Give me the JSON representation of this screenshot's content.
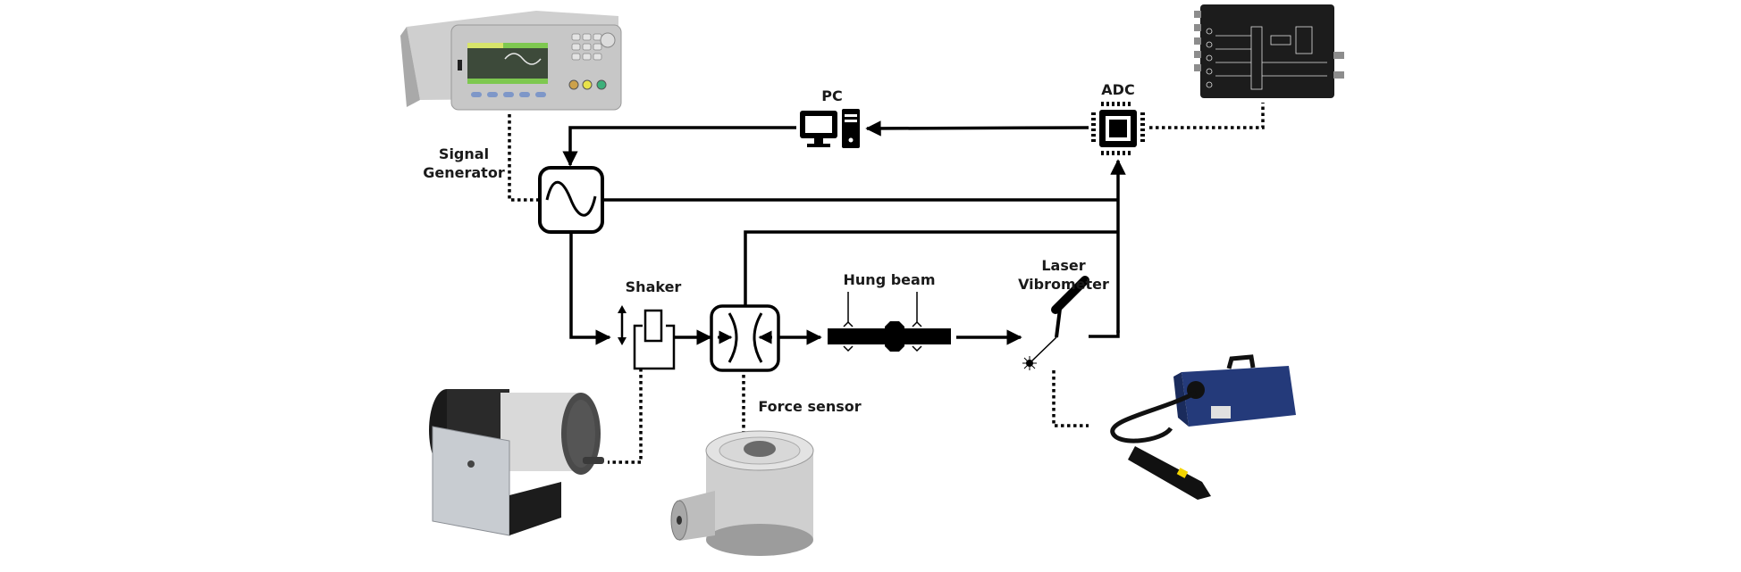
{
  "title": "Experimental setup block diagram",
  "labels": {
    "signal_generator_line1": "Signal",
    "signal_generator_line2": "Generator",
    "pc": "PC",
    "adc": "ADC",
    "shaker": "Shaker",
    "hung_beam": "Hung beam",
    "laser_vibrometer_line1": "Laser",
    "laser_vibrometer_line2": "Vibrometer",
    "force_sensor": "Force sensor"
  },
  "photos": {
    "signal_generator": "waveform-generator-photo",
    "adc": "data-acquisition-board-photo",
    "shaker": "electrodynamic-shaker-photo",
    "force_sensor": "force-sensor-photo",
    "laser_vibrometer": "laser-vibrometer-photo"
  },
  "colors": {
    "line": "#000000",
    "background": "#ffffff",
    "instrument_gray": "#b8b8b8",
    "screen_green": "#7ec850",
    "adc_board": "#1c1c1c",
    "vibrometer_blue": "#243a7a"
  },
  "connections": [
    {
      "from": "ADC",
      "to": "PC",
      "type": "signal"
    },
    {
      "from": "PC",
      "to": "Signal Generator",
      "type": "signal"
    },
    {
      "from": "Signal Generator",
      "to": "ADC",
      "type": "signal"
    },
    {
      "from": "Signal Generator",
      "to": "Shaker",
      "type": "signal"
    },
    {
      "from": "Shaker",
      "to": "Force sensor",
      "type": "signal"
    },
    {
      "from": "Force sensor",
      "to": "Hung beam",
      "type": "signal"
    },
    {
      "from": "Force sensor",
      "to": "ADC",
      "type": "signal"
    },
    {
      "from": "Hung beam",
      "to": "Laser Vibrometer",
      "type": "signal"
    },
    {
      "from": "Laser Vibrometer",
      "to": "ADC",
      "type": "signal"
    }
  ]
}
